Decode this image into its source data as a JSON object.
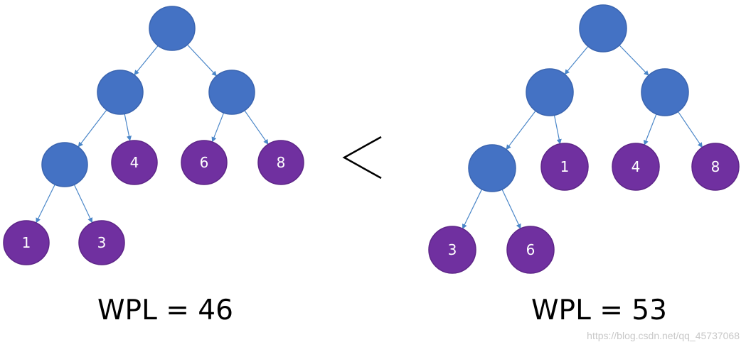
{
  "trees": [
    {
      "id": "left",
      "root": {
        "leaf": false,
        "children": [
          {
            "leaf": false,
            "children": [
              {
                "leaf": false,
                "children": [
                  {
                    "leaf": true,
                    "label": "1"
                  },
                  {
                    "leaf": true,
                    "label": "3"
                  }
                ]
              },
              {
                "leaf": true,
                "label": "4"
              }
            ]
          },
          {
            "leaf": false,
            "children": [
              {
                "leaf": true,
                "label": "6"
              },
              {
                "leaf": true,
                "label": "8"
              }
            ]
          }
        ]
      },
      "wpl_label": "WPL = 46"
    },
    {
      "id": "right",
      "root": {
        "leaf": false,
        "children": [
          {
            "leaf": false,
            "children": [
              {
                "leaf": false,
                "children": [
                  {
                    "leaf": true,
                    "label": "3"
                  },
                  {
                    "leaf": true,
                    "label": "6"
                  }
                ]
              },
              {
                "leaf": true,
                "label": "1"
              }
            ]
          },
          {
            "leaf": false,
            "children": [
              {
                "leaf": true,
                "label": "4"
              },
              {
                "leaf": true,
                "label": "8"
              }
            ]
          }
        ]
      },
      "wpl_label": "WPL = 53"
    }
  ],
  "comparison_symbol": "<",
  "watermark": "https://blog.csdn.net/qq_45737068",
  "colors": {
    "internal_node": "#4472c4",
    "leaf_node": "#7030a0",
    "edge": "#4a86c8",
    "label_text": "#ffffff"
  }
}
